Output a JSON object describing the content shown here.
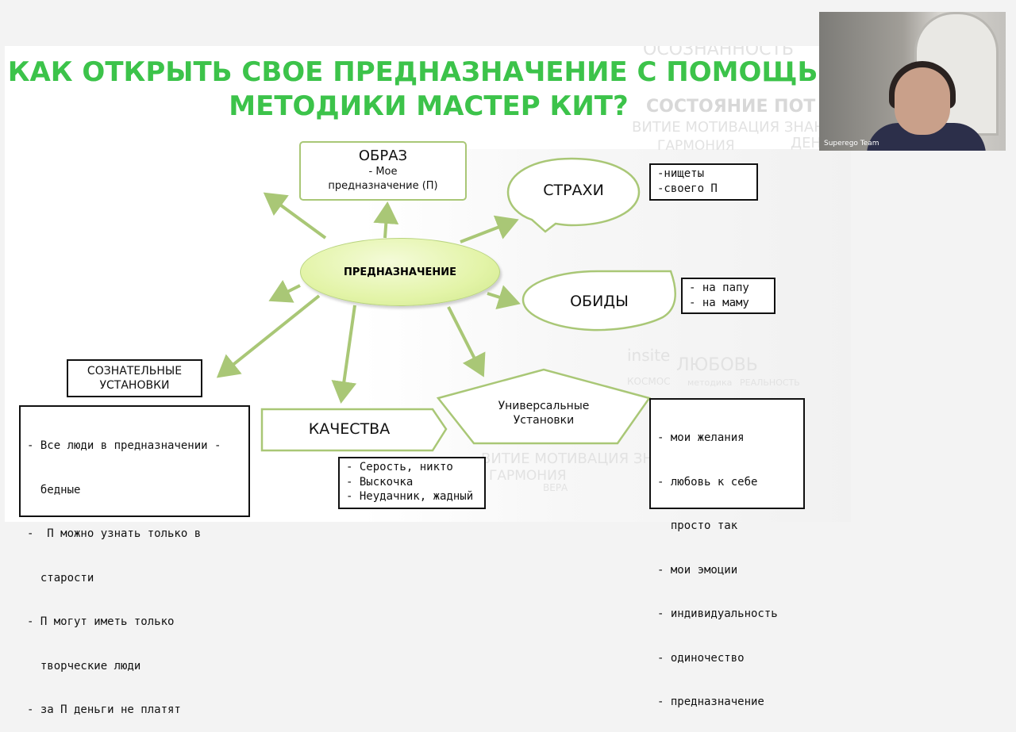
{
  "slide": {
    "title_line1": "КАК ОТКРЫТЬ СВОЕ ПРЕДНАЗНАЧЕНИЕ С ПОМОЩЬЮ",
    "title_line2": "МЕТОДИКИ МАСТЕР КИТ?",
    "center_label": "ПРЕДНАЗНАЧЕНИЕ",
    "obraz": {
      "title": "ОБРАЗ",
      "line1": "-   Мое",
      "line2": "предназначение (П)"
    },
    "strahi": {
      "label": "СТРАХИ",
      "items": [
        "-нищеты",
        "-своего П"
      ]
    },
    "obidy": {
      "label": "ОБИДЫ",
      "items": [
        "- на папу",
        "- на маму"
      ]
    },
    "soznatelnye": {
      "label1": "СОЗНАТЕЛЬНЫЕ",
      "label2": "УСТАНОВКИ",
      "items": [
        "- Все люди в предназначении -",
        "  бедные",
        "-  П можно узнать только в",
        "  старости",
        "- П могут иметь только",
        "  творческие люди",
        "- за П деньги не платят"
      ]
    },
    "kachestva": {
      "label": "КАЧЕСТВА",
      "items": [
        "- Серость, никто",
        "- Выскочка",
        "- Неудачник, жадный"
      ]
    },
    "universalnye": {
      "label1": "Универсальные",
      "label2": "Установки",
      "items": [
        "- мои желания",
        "- любовь к себе",
        "  просто так",
        "- мои эмоции",
        "- индивидуальность",
        "- одиночество",
        "- предназначение"
      ]
    },
    "watermark": [
      "ОСОЗНАННОСТЬ",
      "СОСТОЯНИЕ ПОТ",
      "ВИТИЕ МОТИВАЦИЯ ЗНАН",
      "ГАРМОНИЯ",
      "insite",
      "ЛЮБОВЬ",
      "КОСМОС",
      "методика",
      "РЕАЛЬНОСТЬ",
      "ЗНАН",
      "ВЕРА",
      "ДЕН"
    ]
  },
  "video": {
    "name": "Superego Team"
  },
  "colors": {
    "title": "#3cc34a",
    "arrow": "#a9c776",
    "ellipse": "#e3f4a8"
  }
}
